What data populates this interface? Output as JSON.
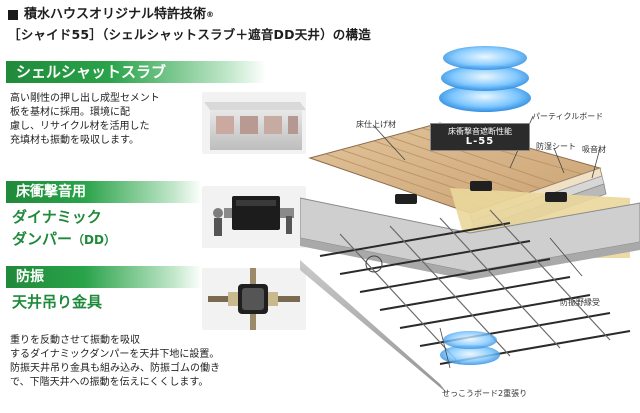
{
  "header": {
    "line1": "積水ハウスオリジナル特許技術",
    "reg": "®",
    "line2": "［シャイド55］（シェルシャットスラブ＋遮音DD天井）の構造"
  },
  "sections": {
    "shell": {
      "title": "シェルシャットスラブ",
      "desc": [
        "高い剛性の押し出し成型セメント",
        "板を基材に採用。環境に配",
        "慮し、リサイクル材を活用した",
        "充填材も振動を吸収します。"
      ]
    },
    "damper": {
      "title_line1": "床衝撃音用",
      "title_line2": "ダイナミック",
      "title_line3": "ダンパー",
      "title_suffix": "（DD）"
    },
    "hanger": {
      "title_line1": "防振",
      "title_line2": "天井吊り金具",
      "desc": [
        "重りを反動させて振動を吸収",
        "するダイナミックダンパーを天井下地に設置。",
        "防振天井吊り金具も組み込み、防振ゴムの働き",
        "で、下階天井への振動を伝えにくくします。"
      ]
    }
  },
  "diagram": {
    "labels": {
      "particle_board": "パーティクルボード",
      "floor_finish": "床仕上げ材",
      "moisture_sheet": "防湿シート",
      "sound_material": "吸音材",
      "ceiling_joist": "防振野縁受",
      "gypsum_board": "せっこうボード2重張り"
    },
    "badge_line1": "床衝撃音遮断性能",
    "badge_line2": "L-55"
  },
  "colors": {
    "green": "#1f8a3a",
    "wood": "#d8b68a",
    "blue_wave": "#4aa8f0"
  }
}
